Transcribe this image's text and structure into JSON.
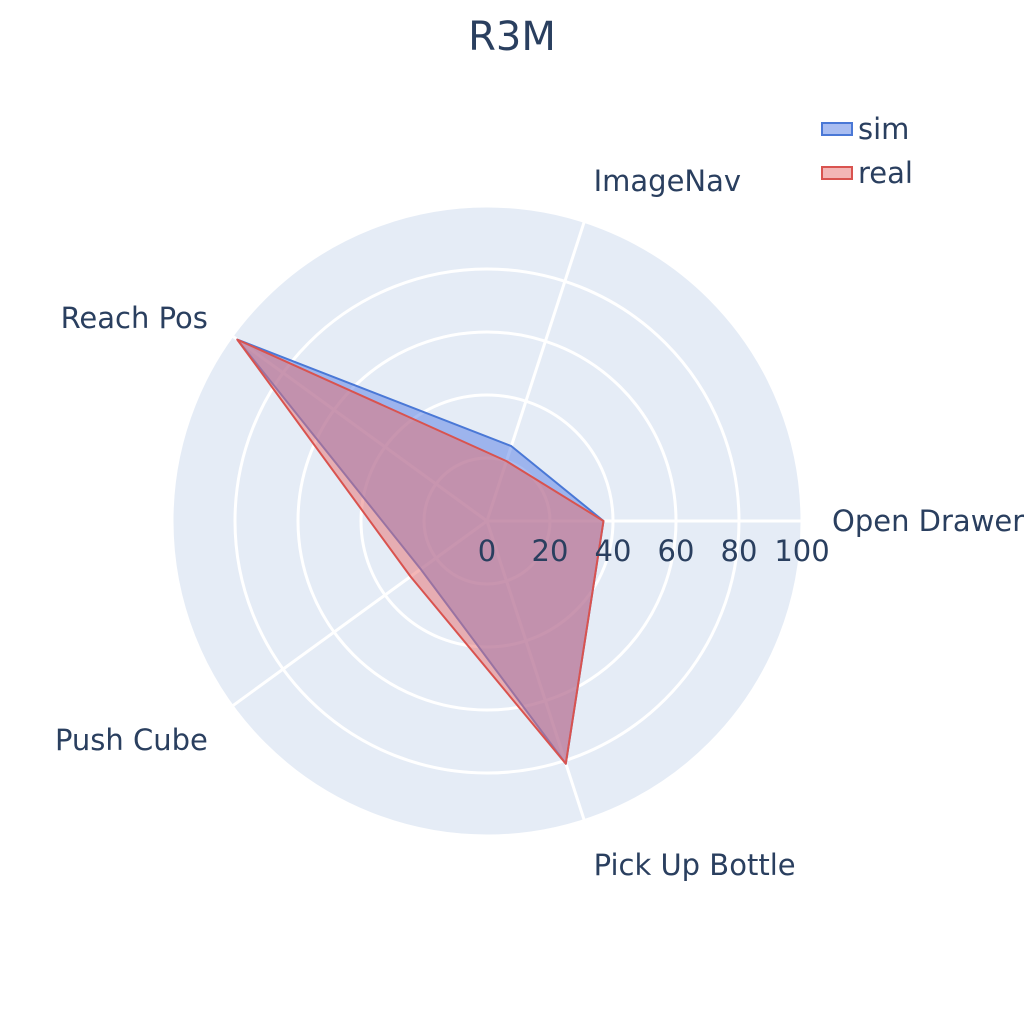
{
  "chart_data": {
    "type": "radar",
    "title": "R3M",
    "categories": [
      "Open Drawer",
      "ImageNav",
      "Reach Pos",
      "Push Cube",
      "Pick Up Bottle"
    ],
    "radial_range": [
      0,
      100
    ],
    "radial_ticks": [
      0,
      20,
      40,
      60,
      80,
      100
    ],
    "grid": true,
    "legend_position": "top-right",
    "series": [
      {
        "name": "sim",
        "values": [
          37,
          25,
          98,
          26,
          81
        ],
        "color": "#636efa",
        "line_color": "#4a78d6",
        "fill": "rgba(99,135,230,0.55)"
      },
      {
        "name": "real",
        "values": [
          37,
          20,
          98,
          30,
          81
        ],
        "color": "#ef553b",
        "line_color": "#d9534f",
        "fill": "rgba(232,110,110,0.5)"
      }
    ],
    "colors": {
      "background": "#e5ecf6",
      "grid": "#ffffff",
      "text": "#2a3f5f"
    }
  }
}
